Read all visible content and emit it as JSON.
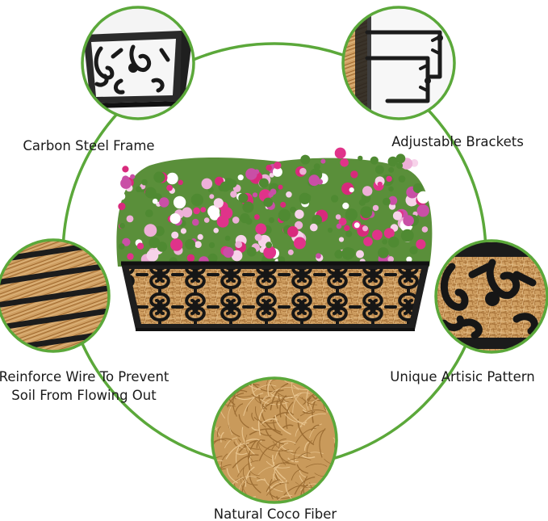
{
  "features": [
    {
      "id": "frame",
      "label": "Carbon Steel Frame"
    },
    {
      "id": "brackets",
      "label": "Adjustable Brackets"
    },
    {
      "id": "wire",
      "label_line1": "Reinforce Wire To Prevent",
      "label_line2": "Soil From Flowing Out"
    },
    {
      "id": "pattern",
      "label": "Unique Artisic Pattern"
    },
    {
      "id": "fiber",
      "label": "Natural Coco Fiber"
    }
  ],
  "colors": {
    "ring": "#5ba83a",
    "metal": "#1b1b1b",
    "coco": "#c99a5b",
    "coco_dark": "#9c6d33",
    "flower_pink": "#e0338a",
    "flower_light": "#eeb0d8",
    "leaf": "#4f8a32"
  }
}
